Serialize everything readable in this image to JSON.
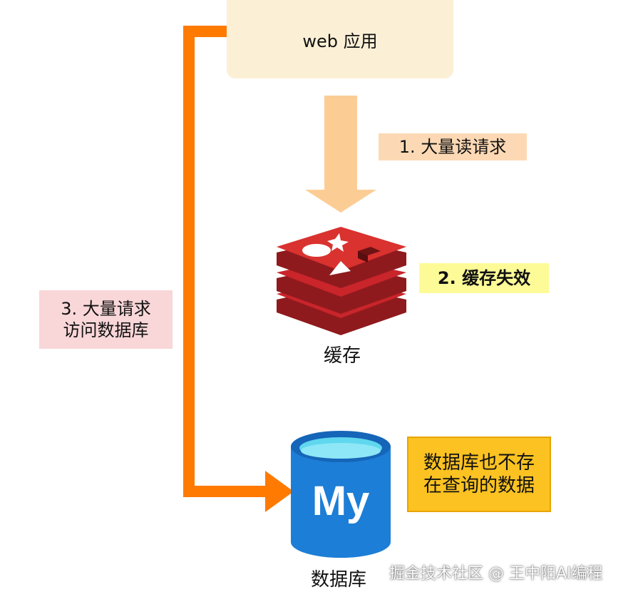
{
  "web_app": {
    "label": "web 应用"
  },
  "steps": {
    "read_requests": "1. 大量读请求",
    "cache_expire": "2. 缓存失效",
    "db_access_line1": "3. 大量请求",
    "db_access_line2": "访问数据库"
  },
  "nodes": {
    "cache_label": "缓存",
    "db_label": "数据库",
    "db_logo_text": "My"
  },
  "note": {
    "line1": "数据库也不存",
    "line2": "在查询的数据"
  },
  "watermark": "掘金技术社区 @ 王中阳AI编程",
  "colors": {
    "web_box": "#fbf0d6",
    "down_arrow": "#fbcd95",
    "orange_path": "#ff7a00",
    "redis_red": "#c9252b",
    "mysql_blue": "#1c7ed6",
    "note_bg": "#fbc222"
  }
}
